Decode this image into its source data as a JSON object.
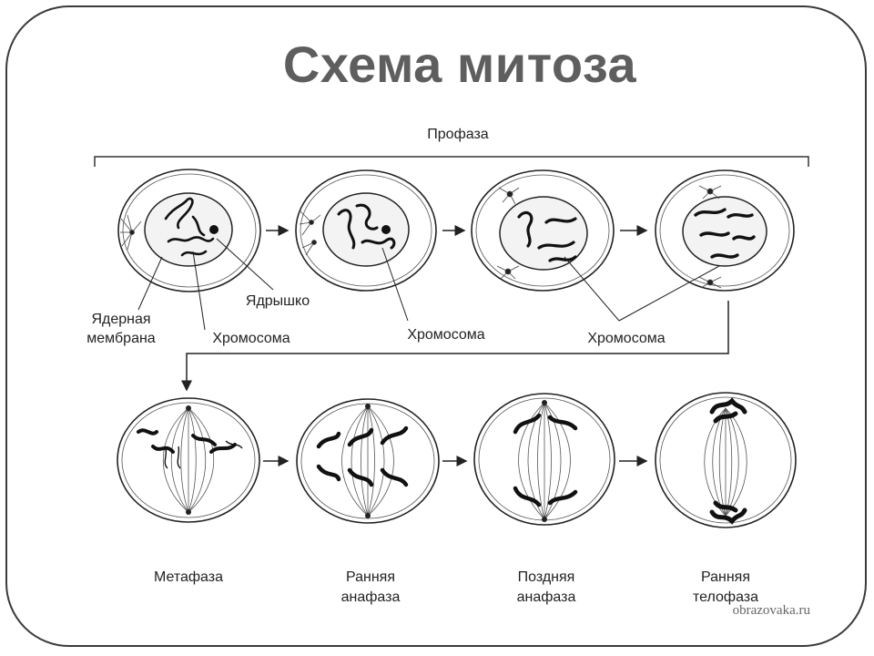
{
  "title": "Схема митоза",
  "prophase_label": "Профаза",
  "labels": {
    "nuclear_membrane_1": "Ядерная",
    "nuclear_membrane_2": "мембрана",
    "chromosome_1": "Хромосома",
    "nucleolus": "Ядрышко",
    "chromosome_2": "Хромосома",
    "chromosome_3": "Хромосома"
  },
  "stages": {
    "metaphase": "Метафаза",
    "early_anaphase_1": "Ранняя",
    "early_anaphase_2": "анафаза",
    "late_anaphase_1": "Поздняя",
    "late_anaphase_2": "анафаза",
    "early_telophase_1": "Ранняя",
    "early_telophase_2": "телофаза"
  },
  "watermark": "obrazovaka.ru",
  "colors": {
    "title": "#5e5e5e",
    "line": "#2a2a2a",
    "chromosome": "#111111"
  }
}
